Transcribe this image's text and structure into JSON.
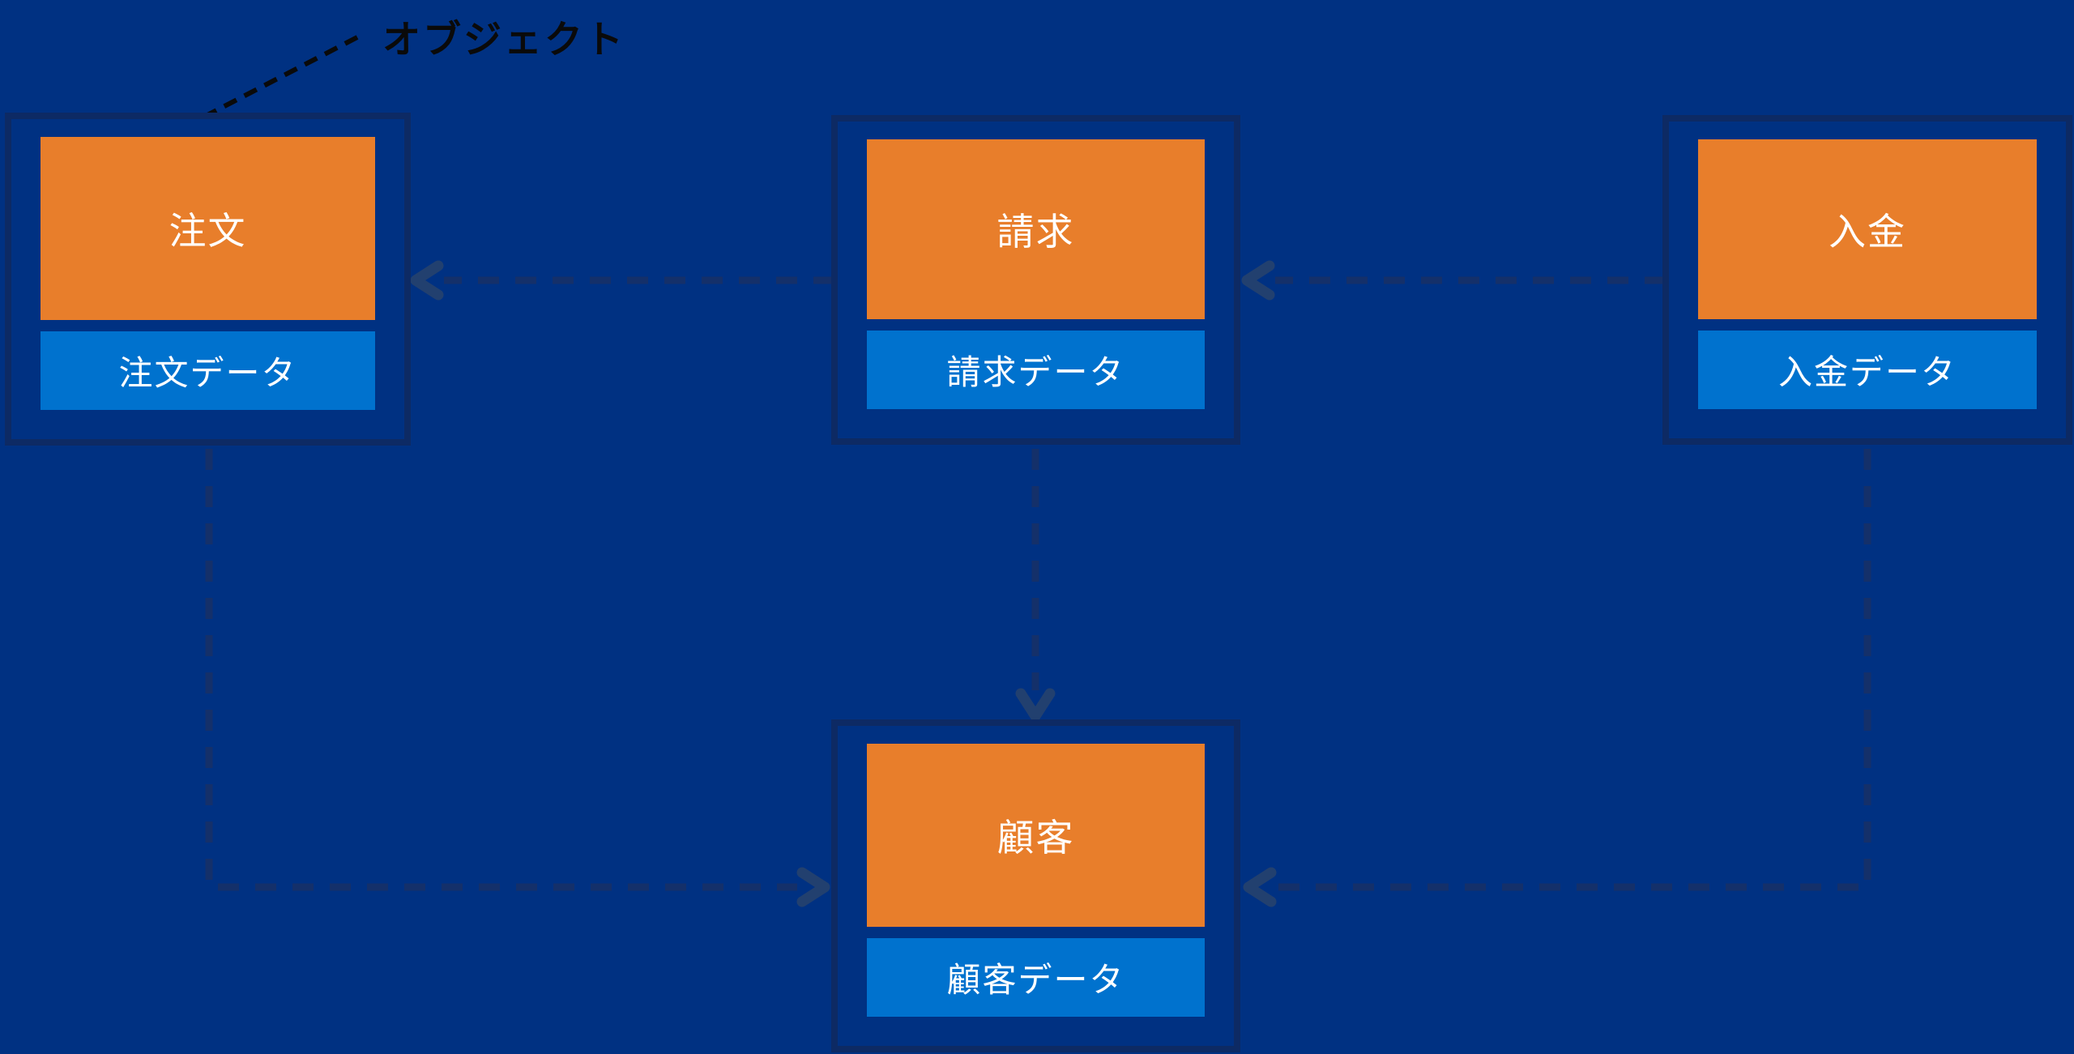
{
  "annotation": {
    "label": "オブジェクト"
  },
  "objects": [
    {
      "id": "order",
      "title": "注文",
      "data_label": "注文データ"
    },
    {
      "id": "billing",
      "title": "請求",
      "data_label": "請求データ"
    },
    {
      "id": "payment",
      "title": "入金",
      "data_label": "入金データ"
    },
    {
      "id": "customer",
      "title": "顧客",
      "data_label": "顧客データ"
    }
  ],
  "relations": [
    {
      "from": "請求",
      "to": "注文",
      "style": "dashed-open-arrow"
    },
    {
      "from": "入金",
      "to": "請求",
      "style": "dashed-open-arrow"
    },
    {
      "from": "請求",
      "to": "顧客",
      "style": "dashed-open-arrow"
    },
    {
      "from": "注文",
      "to": "顧客",
      "style": "dashed-open-arrow"
    },
    {
      "from": "入金",
      "to": "顧客",
      "style": "dashed-open-arrow"
    }
  ],
  "colors": {
    "background": "#003182",
    "card_border": "#0d2a64",
    "object_header_fill": "#e87e2b",
    "object_data_fill": "#0072ce",
    "object_text": "#ffffff",
    "arrow_dash": "#14306a",
    "arrow_head": "#22406f",
    "annotation_text": "#0a0a0a"
  }
}
